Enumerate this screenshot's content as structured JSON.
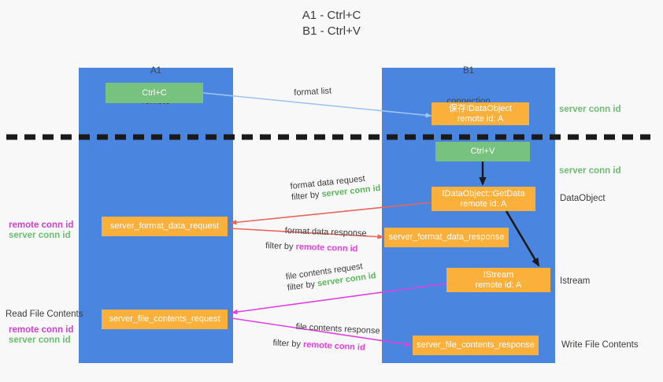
{
  "title": "A1 - Ctrl+C\nB1 - Ctrl+V",
  "lanes": [
    {
      "name": "A1",
      "sub": "remote"
    },
    {
      "name": "B1",
      "sub": "connection"
    }
  ],
  "colors": {
    "lane": "#4a86e0",
    "orange": "#fbb03b",
    "green_box": "#76c27e",
    "green_text": "#6dbd72",
    "magenta_text": "#cc44cc",
    "arrow_blue": "#9fc5f0",
    "arrow_red": "#e8655a",
    "arrow_magenta": "#e040e0",
    "arrow_black": "#1a1a1a",
    "background": "#f8f8f8"
  },
  "boxes": {
    "ctrl_c": "Ctrl+C",
    "ctrl_v": "Ctrl+V",
    "save_dataobject": "保存IDataObject\nremote id: A",
    "getdata": "IDataObject::GetData\nremote id: A",
    "istream": "IStream\nremote id: A",
    "server_format_data_request": "server_format_data_request",
    "server_format_data_response": "server_format_data_response",
    "server_file_contents_request": "server_file_contents_request",
    "server_file_contents_response": "server_file_contents_response"
  },
  "arrow_labels": {
    "format_list": "format list",
    "format_data_request": "format data request",
    "format_data_request_filter_pre": "filter by ",
    "format_data_request_filter_key": "server conn id",
    "format_data_response": "format data response",
    "format_data_response_filter_pre": "filter by ",
    "format_data_response_filter_key": "remote conn id",
    "file_contents_request": "file contents request",
    "file_contents_request_filter_pre": "filter by ",
    "file_contents_request_filter_key": "server conn id",
    "file_contents_response": "file contents response",
    "file_contents_response_filter_pre": "filter by ",
    "file_contents_response_filter_key": "remote conn id"
  },
  "side_labels": {
    "right_server_conn_id_top": "server conn id",
    "right_server_conn_id_mid": "server conn id",
    "right_dataobject": "DataObject",
    "right_istream": "Istream",
    "right_write_file_contents": "Write File Contents",
    "left_remote_conn_id_1": "remote conn id",
    "left_server_conn_id_1": "server conn id",
    "left_read_file_contents": "Read File Contents",
    "left_remote_conn_id_2": "remote conn id",
    "left_server_conn_id_2": "server conn id"
  }
}
